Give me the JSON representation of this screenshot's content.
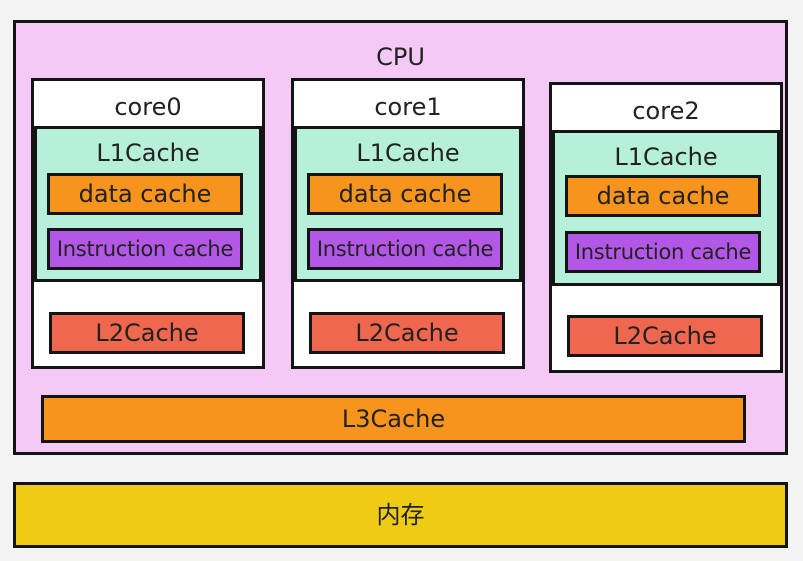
{
  "cpu": {
    "label": "CPU"
  },
  "cores": [
    {
      "name": "core0",
      "l1": {
        "label": "L1Cache",
        "data": "data cache",
        "instruction": "Instruction cache"
      },
      "l2": "L2Cache"
    },
    {
      "name": "core1",
      "l1": {
        "label": "L1Cache",
        "data": "data cache",
        "instruction": "Instruction cache"
      },
      "l2": "L2Cache"
    },
    {
      "name": "core2",
      "l1": {
        "label": "L1Cache",
        "data": "data cache",
        "instruction": "Instruction cache"
      },
      "l2": "L2Cache"
    }
  ],
  "l3": {
    "label": "L3Cache"
  },
  "memory": {
    "label": "内存"
  },
  "colors": {
    "cpu": "#f5c9f5",
    "core": "#ffffff",
    "l1": "#b6f0da",
    "data_cache": "#f7941e",
    "instruction_cache": "#b257e6",
    "l2": "#f0674f",
    "l3": "#f7941e",
    "memory": "#eecb15"
  }
}
